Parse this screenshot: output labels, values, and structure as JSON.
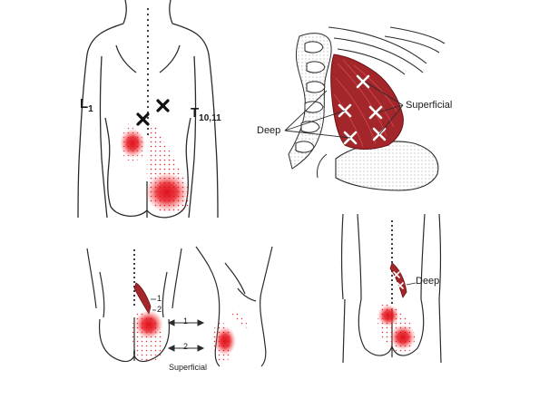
{
  "labels": {
    "l1": "L",
    "l1_sub": "1",
    "t10": "T",
    "t10_sub": "10,11",
    "superficial_top": "Superficial",
    "deep_top": "Deep",
    "deep_right": "Deep",
    "superficial_bottom": "Superficial",
    "num1_a": "1",
    "num2_a": "2",
    "num1_b": "1",
    "num2_b": "2"
  },
  "colors": {
    "pain": "#e0111c",
    "muscle": "#a3262a",
    "outline": "#2b2b2b",
    "x_mark": "#111111"
  }
}
